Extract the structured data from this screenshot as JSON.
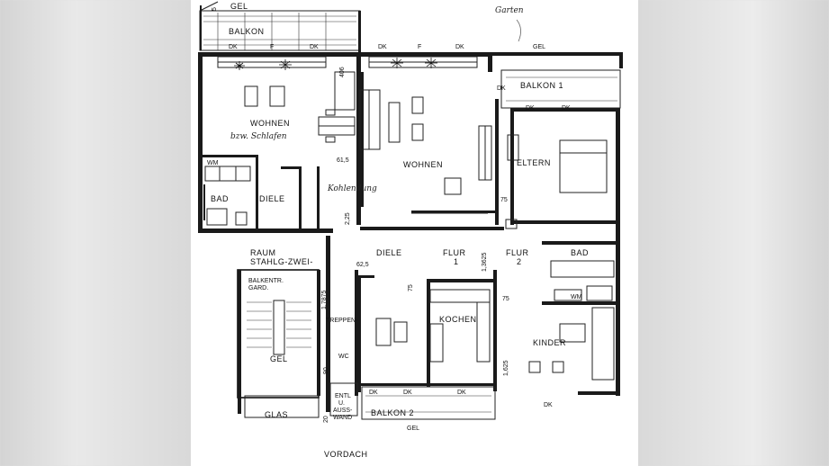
{
  "plan": {
    "rooms": [
      {
        "key": "wohnen_left",
        "text": "WOHNEN"
      },
      {
        "key": "wohnen_left_note",
        "text": "bzw. Schlafen"
      },
      {
        "key": "wohnen_center",
        "text": "WOHNEN"
      },
      {
        "key": "eltern",
        "text": "ELTERN"
      },
      {
        "key": "bad_left",
        "text": "BAD"
      },
      {
        "key": "diele_left",
        "text": "DIELE"
      },
      {
        "key": "bad_right",
        "text": "BAD"
      },
      {
        "key": "kinder",
        "text": "KINDER"
      },
      {
        "key": "kochen",
        "text": "KOCHEN"
      },
      {
        "key": "diele_center",
        "text": "DIELE"
      },
      {
        "key": "flur1",
        "text": "FLUR"
      },
      {
        "key": "flur1_num",
        "text": "1"
      },
      {
        "key": "flur2",
        "text": "FLUR"
      },
      {
        "key": "flur2_num",
        "text": "2"
      },
      {
        "key": "treppenraum1",
        "text": "TREPPEN-"
      },
      {
        "key": "treppenraum2",
        "text": "RAUM"
      },
      {
        "key": "stahlg1",
        "text": "STAHLG-ZWEI-"
      },
      {
        "key": "stahlg2",
        "text": "BALKENTR."
      },
      {
        "key": "gard",
        "text": "GARD."
      },
      {
        "key": "wc",
        "text": "WC"
      },
      {
        "key": "wm_left",
        "text": "WM"
      },
      {
        "key": "wm_right",
        "text": "WM"
      },
      {
        "key": "kohlendung",
        "text": "Kohlendung"
      },
      {
        "key": "garten",
        "text": "Garten"
      }
    ],
    "balconies": [
      {
        "key": "balkon_top",
        "text": "BALKON"
      },
      {
        "key": "balkon1",
        "text": "BALKON 1"
      },
      {
        "key": "balkon2",
        "text": "BALKON 2"
      }
    ],
    "markers": {
      "gel": "GEL",
      "dk": "DK",
      "f": "F",
      "glas": "GLAS",
      "vordach": "VORDACH",
      "entl1": "ENTL",
      "entl2": "U.",
      "entl3": "AUSS-",
      "entl4": "WAND"
    },
    "dimensions": {
      "d406": "406",
      "d225": "2,25",
      "d75a": "75",
      "d75b": "75",
      "d75c": "75",
      "d1362": "1,3625",
      "d1787": "1,7875",
      "d1625": "1,625",
      "d625": "62,5",
      "d90": "90",
      "d20": "20",
      "d5": "5",
      "d615": "61,5"
    }
  }
}
